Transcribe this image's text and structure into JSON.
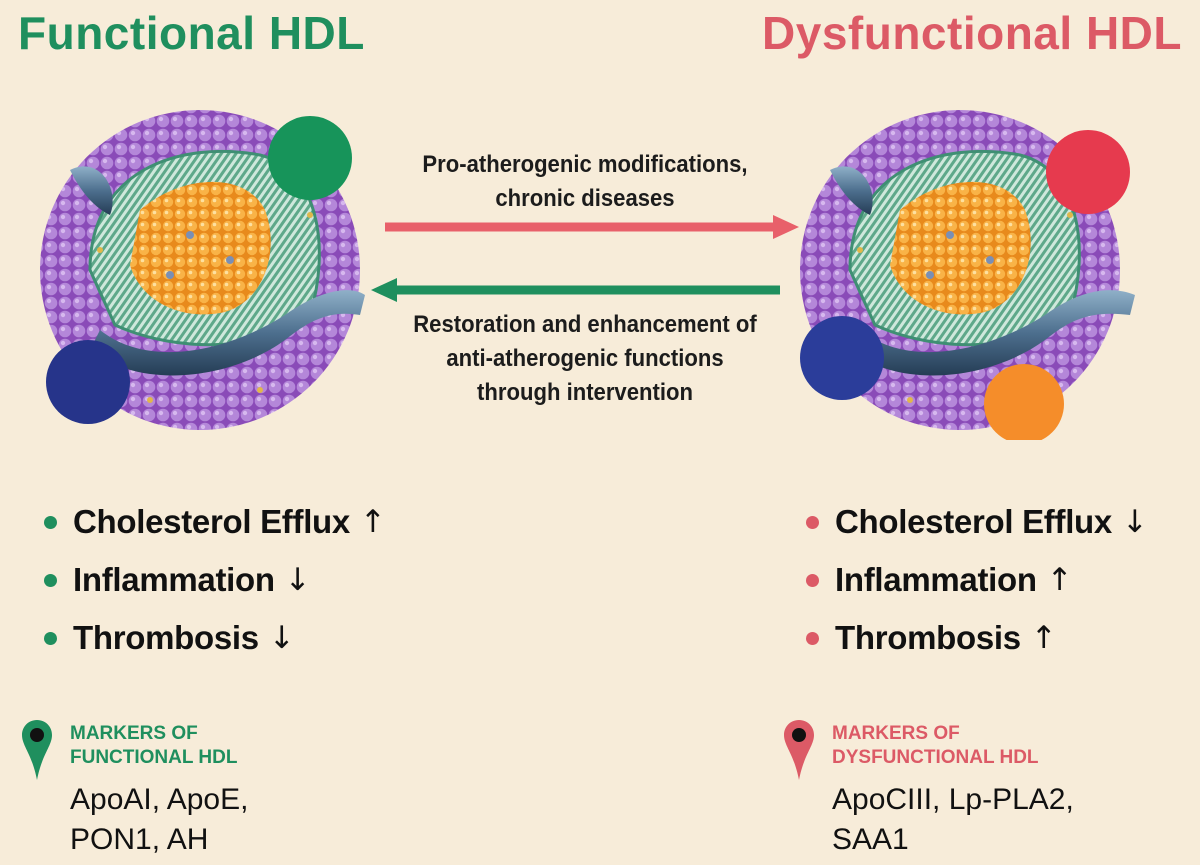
{
  "colors": {
    "functional": "#1f8f5e",
    "dysfunctional": "#dc5a66",
    "background": "#f7ecd9",
    "shell": "#9b5cc6",
    "core": "#f6a033",
    "arrow_forward": "#e8606a",
    "arrow_back": "#1f8f5e"
  },
  "functional": {
    "title": "Functional HDL",
    "effects": [
      {
        "label": "Cholesterol Efflux",
        "arrow": "↑"
      },
      {
        "label": "Inflammation",
        "arrow": "↓"
      },
      {
        "label": "Thrombosis",
        "arrow": "↓"
      }
    ],
    "markers_heading": [
      "MARKERS OF",
      "FUNCTIONAL HDL"
    ],
    "markers_list": [
      "ApoAI, ApoE,",
      "PON1, AH"
    ]
  },
  "dysfunctional": {
    "title": "Dysfunctional HDL",
    "effects": [
      {
        "label": "Cholesterol Efflux",
        "arrow": "↓"
      },
      {
        "label": "Inflammation",
        "arrow": "↑"
      },
      {
        "label": "Thrombosis",
        "arrow": "↑"
      }
    ],
    "markers_heading": [
      "MARKERS OF",
      "DYSFUNCTIONAL HDL"
    ],
    "markers_list": [
      "ApoCIII, Lp-PLA2,",
      "SAA1"
    ]
  },
  "transition": {
    "forward_label": [
      "Pro-atherogenic modifications,",
      "chronic diseases"
    ],
    "back_label": [
      "Restoration and enhancement of",
      "anti-atherogenic functions",
      "through intervention"
    ]
  }
}
